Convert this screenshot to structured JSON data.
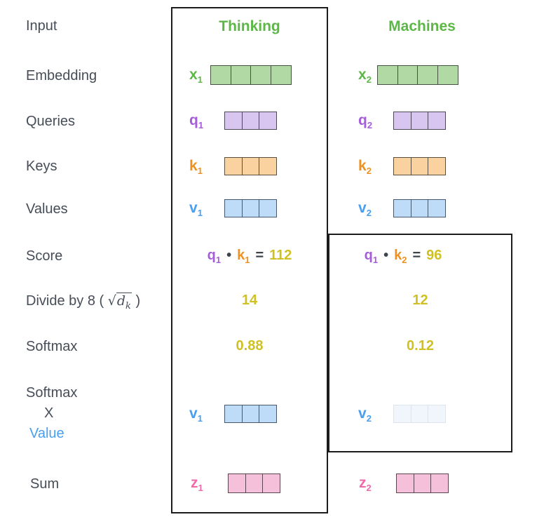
{
  "colors": {
    "label_text": "#474d57",
    "outline": "#1c1c1c",
    "green_text": "#5cb747",
    "green_fill": "#b1d9a3",
    "purple_text": "#a55ddb",
    "purple_fill": "#d9c6f0",
    "orange_text": "#ee9123",
    "orange_fill": "#f9d2a0",
    "blue_text": "#4a9ef0",
    "blue_fill": "#bedcf8",
    "faded_blue_fill": "#f1f6fd",
    "pink_text": "#f06ba8",
    "pink_fill": "#f5c0da",
    "yellow_text": "#cfc125"
  },
  "row_labels": {
    "input": "Input",
    "embedding": "Embedding",
    "queries": "Queries",
    "keys": "Keys",
    "values": "Values",
    "score": "Score",
    "divide": {
      "prefix": "Divide by 8 (",
      "sqrt": "√",
      "radicand": "d",
      "radicand_sub": "k",
      "suffix": ")"
    },
    "softmax": "Softmax",
    "softmax_x_value": {
      "line1": "Softmax",
      "line2": "X",
      "line3": "Value"
    },
    "sum": "Sum"
  },
  "headers": {
    "thinking": "Thinking",
    "machines": "Machines"
  },
  "vectors": {
    "x1": {
      "base": "x",
      "sub": "1"
    },
    "x2": {
      "base": "x",
      "sub": "2"
    },
    "q1": {
      "base": "q",
      "sub": "1"
    },
    "q2": {
      "base": "q",
      "sub": "2"
    },
    "k1": {
      "base": "k",
      "sub": "1"
    },
    "k2": {
      "base": "k",
      "sub": "2"
    },
    "v1": {
      "base": "v",
      "sub": "1"
    },
    "v2": {
      "base": "v",
      "sub": "2"
    },
    "z1": {
      "base": "z",
      "sub": "1"
    },
    "z2": {
      "base": "z",
      "sub": "2"
    }
  },
  "score_row": {
    "thinking": {
      "q_base": "q",
      "q_sub": "1",
      "dot": "•",
      "k_base": "k",
      "k_sub": "1",
      "equals": "=",
      "value": "112"
    },
    "machines": {
      "q_base": "q",
      "q_sub": "1",
      "dot": "•",
      "k_base": "k",
      "k_sub": "2",
      "equals": "=",
      "value": "96"
    }
  },
  "divide_row": {
    "thinking": "14",
    "machines": "12"
  },
  "softmax_row": {
    "thinking": "0.88",
    "machines": "0.12"
  }
}
